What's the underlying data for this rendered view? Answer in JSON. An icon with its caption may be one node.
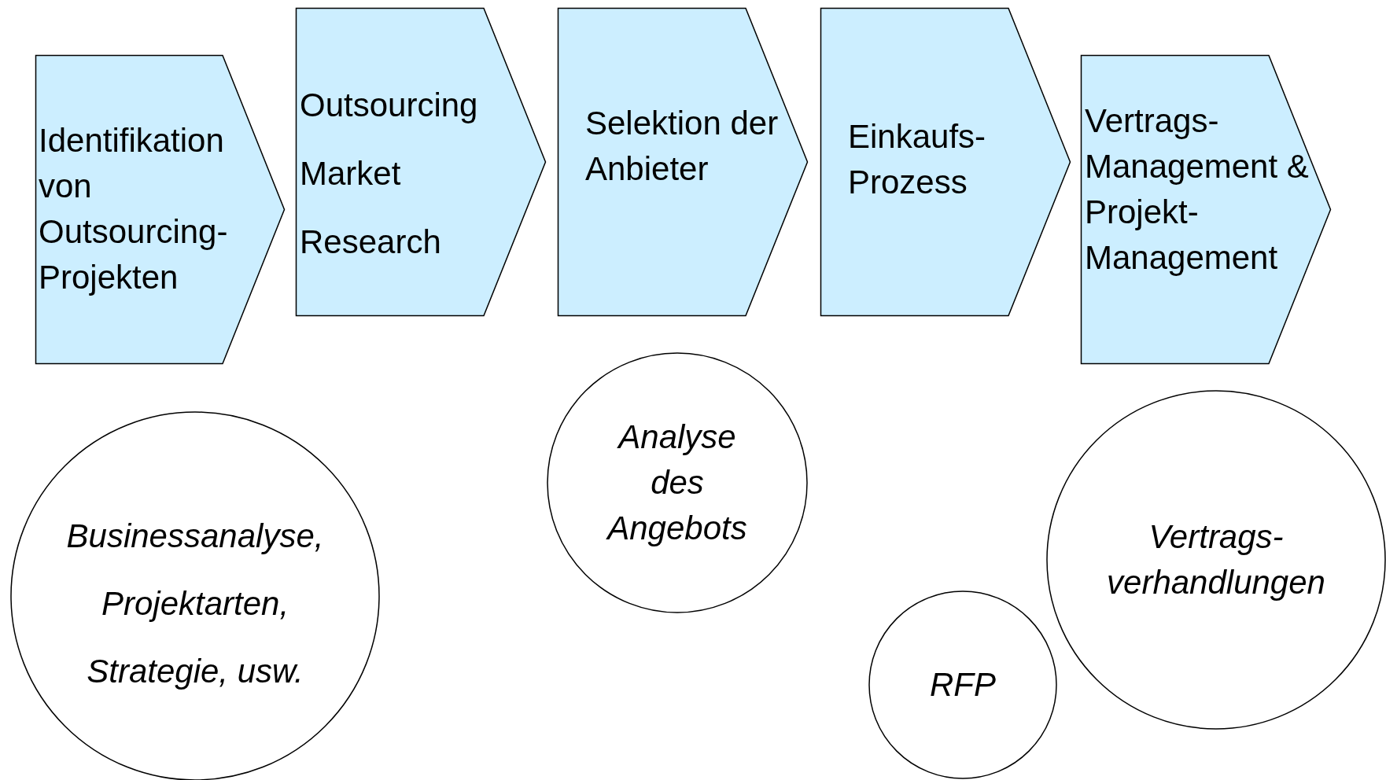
{
  "diagram": {
    "nodes": [
      {
        "text": [
          "Identifikation von Outsourcing-Projekten"
        ]
      },
      {
        "text": [
          "Outsourcing Market Research"
        ]
      },
      {
        "text": [
          "Selektion der Anbieter"
        ]
      },
      {
        "text": [
          "Einkaufs-Prozess"
        ]
      },
      {
        "text": [
          "Vertrags-Management & Projekt-Management"
        ]
      },
      {
        "text": [
          "Businessanalyse, Projektarten, Strategie, usw."
        ]
      },
      {
        "text": [
          "Analyse des Angebots"
        ]
      },
      {
        "text": [
          "RFP"
        ]
      },
      {
        "text": [
          "Vertrags-verhandlungen"
        ]
      }
    ],
    "edges": []
  }
}
